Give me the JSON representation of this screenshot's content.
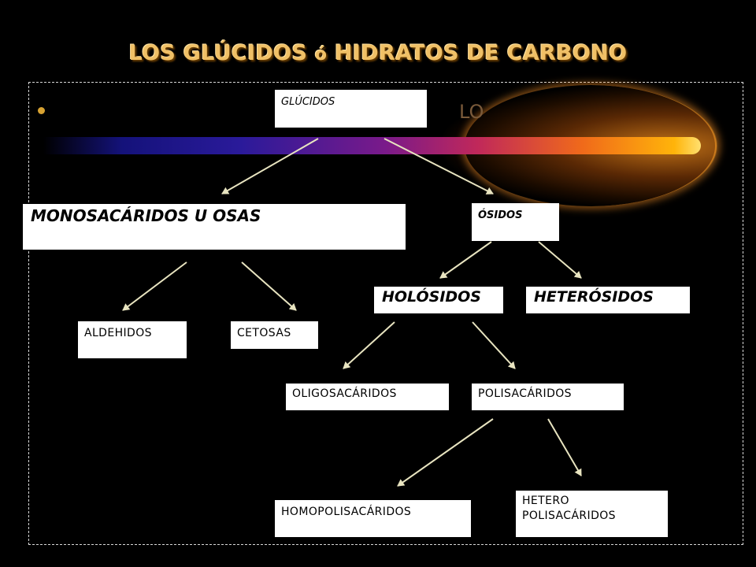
{
  "title": {
    "part1": "LOS GLÚCIDOS ",
    "part2": "ó",
    "part3": " HIDRATOS DE CARBONO"
  },
  "ghost_text": "LO",
  "nodes": {
    "glucidos": "GLÚCIDOS",
    "monosacaridos": "MONOSACÁRIDOS U OSAS",
    "osidos": "ÓSIDOS",
    "aldehidos": "ALDEHIDOS",
    "cetosas": "CETOSAS",
    "holosidos": "HOLÓSIDOS",
    "heterosidos": "HETERÓSIDOS",
    "oligosacaridos": "OLIGOSACÁRIDOS",
    "polisacaridos": "POLISACÁRIDOS",
    "homopolisacaridos": "HOMOPOLISACÁRIDOS",
    "heteropolisacaridos_line1": "HETERO",
    "heteropolisacaridos_line2": "POLISACÁRIDOS"
  },
  "colors": {
    "title": "#f0c066",
    "arrow": "#e8e4c0",
    "bullet": "#d7a232"
  }
}
